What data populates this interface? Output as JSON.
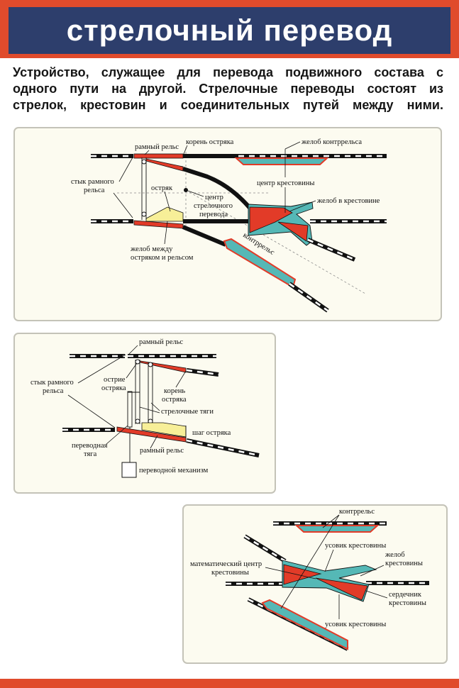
{
  "header": {
    "title": "стрелочный перевод"
  },
  "intro": {
    "lines": [
      "Устройство, служащее для перевода подвижного состава с",
      "одного пути на другой. Стрелочные переводы состоят из",
      "стрелок, крестовин и соединительных путей между ними."
    ]
  },
  "panel1": {
    "labels": {
      "stock_rail": "рамный рельс",
      "switch_heel": "корень остряка",
      "check_rail_flangeway": "желоб контррельса",
      "stock_rail_joint": [
        "стык рамного",
        "рельса"
      ],
      "switch_point": "остряк",
      "frog_center": "центр крестовины",
      "switch_center": [
        "центр",
        "стрелочного",
        "перевода"
      ],
      "frog_flangeway": "желоб в крестовине",
      "point_flangeway": [
        "желоб между",
        "остряком и рельсом"
      ],
      "check_rail": "контррельс"
    }
  },
  "panel2": {
    "labels": {
      "stock_rail_top": "рамный рельс",
      "stock_rail_joint": [
        "стык рамного",
        "рельса"
      ],
      "point_tip": [
        "острие",
        "остряка"
      ],
      "switch_heel": [
        "корень",
        "остряка"
      ],
      "switch_rods": "стрелочные тяги",
      "point_throw": "шаг остряка",
      "throw_rod": [
        "переводная",
        "тяга"
      ],
      "stock_rail_bottom": "рамный рельс",
      "switch_machine": "переводной механизм"
    }
  },
  "panel3": {
    "labels": {
      "check_rail": "контррельс",
      "wing_rail_top": "усовик крестовины",
      "frog_flangeway": [
        "желоб",
        "крестовины"
      ],
      "math_center": [
        "математический центр",
        "крестовины"
      ],
      "frog_point": [
        "сердечник",
        "крестовины"
      ],
      "wing_rail_bottom": "усовик крестовины"
    }
  },
  "colors": {
    "red": "#e23b28",
    "teal": "#55b8b6",
    "yellow": "#f7ef98",
    "navy": "#2d3e6c",
    "frame": "#e04b2c"
  }
}
